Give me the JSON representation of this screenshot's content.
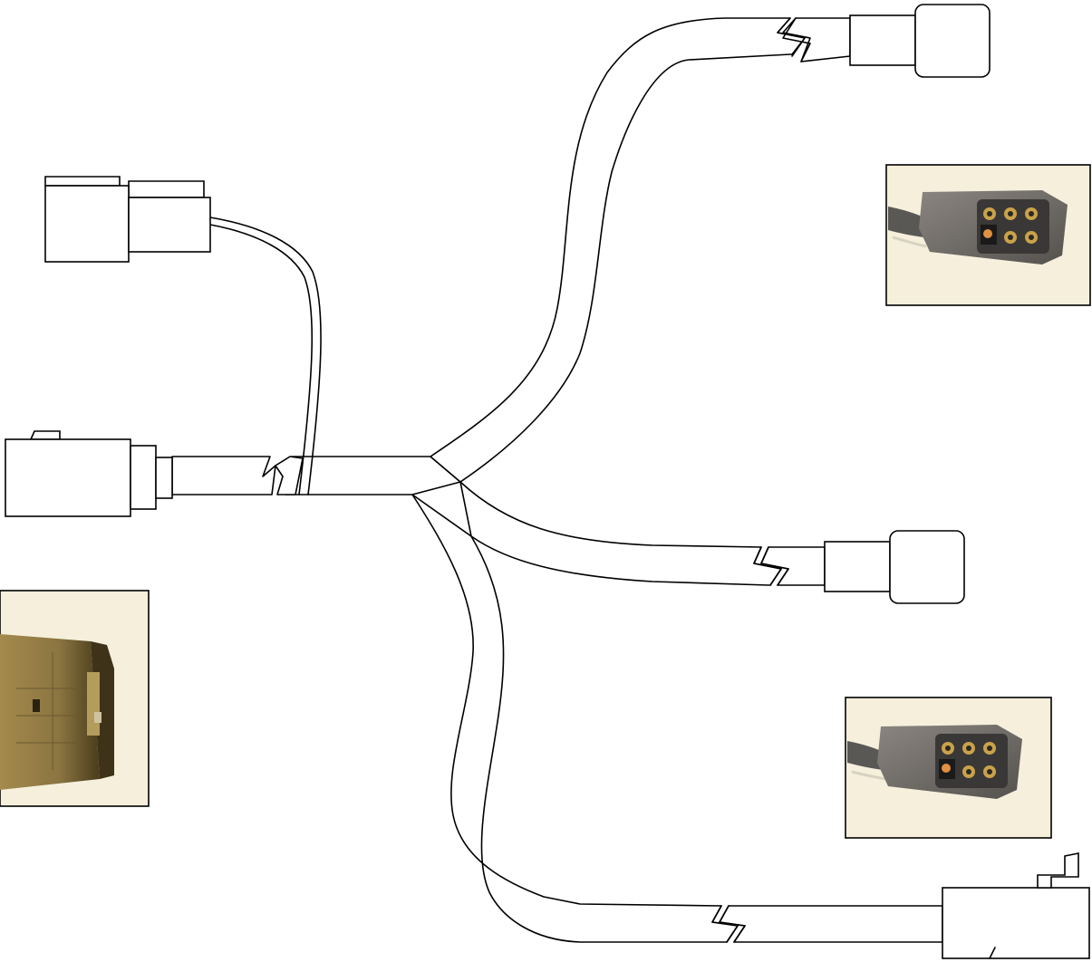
{
  "diagram": {
    "kind": "wiring-harness-y-cable",
    "background": "#ffffff",
    "line_color": "#000000",
    "photo_background": "#f5efdc",
    "connector_body_color": "#6e6a66",
    "pin_color": "#c9a24a",
    "large_connector_color": "#8a7440",
    "callouts": [
      {
        "name": "photo-callout-top-right",
        "icon": "connector-6-pin-socket-photo"
      },
      {
        "name": "photo-callout-mid-right",
        "icon": "connector-6-pin-socket-photo"
      },
      {
        "name": "photo-callout-left",
        "icon": "rectangular-connector-photo"
      }
    ]
  }
}
